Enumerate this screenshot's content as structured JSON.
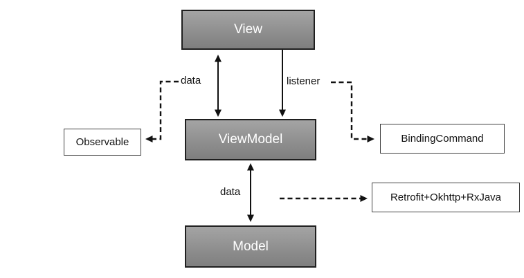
{
  "diagram": {
    "type": "architecture-diagram",
    "subject": "MVVM data flow",
    "background": "#ffffff",
    "nodes": {
      "view": {
        "label": "View",
        "style": "gray-gradient-box"
      },
      "viewmodel": {
        "label": "ViewModel",
        "style": "gray-gradient-box"
      },
      "model": {
        "label": "Model",
        "style": "gray-gradient-box"
      },
      "observable": {
        "label": "Observable",
        "style": "white-outline-box"
      },
      "bindingcommand": {
        "label": "BindingCommand",
        "style": "white-outline-box"
      },
      "network": {
        "label": "Retrofit+Okhttp+RxJava",
        "style": "white-outline-box"
      }
    },
    "edge_labels": {
      "view_viewmodel_data": "data",
      "view_viewmodel_listener": "listener",
      "viewmodel_model_data": "data"
    },
    "edges": [
      {
        "from": "View",
        "to": "ViewModel",
        "label": "data",
        "style": "solid-double-headed-arrow"
      },
      {
        "from": "View",
        "to": "ViewModel",
        "label": "listener",
        "style": "solid-arrow-down"
      },
      {
        "from": "ViewModel",
        "to": "Model",
        "label": "data",
        "style": "solid-double-headed-arrow"
      },
      {
        "from": "data",
        "to": "Observable",
        "label": "",
        "style": "dashed-arrow"
      },
      {
        "from": "listener",
        "to": "BindingCommand",
        "label": "",
        "style": "dashed-arrow"
      },
      {
        "from": "ViewModel",
        "to": "Retrofit+Okhttp+RxJava",
        "label": "",
        "style": "dashed-arrow"
      }
    ],
    "colors": {
      "node_fill_top": "#a4a4a4",
      "node_fill_bottom": "#7f7f7f",
      "node_border": "#1f1f1f",
      "plain_node_border": "#3f3f3f",
      "node_text": "#ffffff",
      "label_text": "#111111",
      "arrow": "#111111",
      "background": "#ffffff"
    }
  }
}
